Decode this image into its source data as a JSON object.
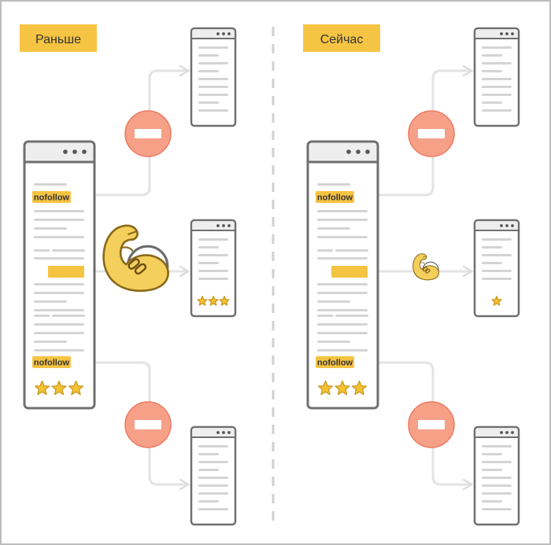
{
  "panels": [
    {
      "heading": "Раньше",
      "top_tag": "nofollow",
      "bottom_tag": "nofollow",
      "source_stars": 3,
      "middle_target_stars": 3,
      "muscle": "large"
    },
    {
      "heading": "Сейчас",
      "top_tag": "nofollow",
      "bottom_tag": "nofollow",
      "source_stars": 3,
      "middle_target_stars": 1,
      "muscle": "small"
    }
  ],
  "colors": {
    "frame": "#bdbdbd",
    "window_border": "#6f6f6f",
    "titlebar": "#eeeeee",
    "text_line": "#d4d4d4",
    "accent_yellow": "#f6c443",
    "star": "#f2c233",
    "star_stroke": "#c9951a",
    "block_circle": "#f6a088",
    "block_circle_stroke": "#ee7a61",
    "arrow": "#e3e3e3",
    "divider": "#d0d0d0"
  },
  "icons": [
    "window-dots-icon",
    "no-entry-icon",
    "flexed-arm-link-icon",
    "star-icon",
    "arrow-icon"
  ]
}
